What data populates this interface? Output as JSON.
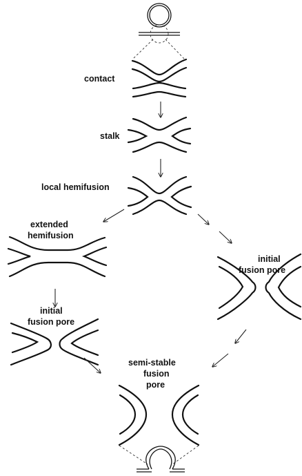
{
  "labels": {
    "contact": "contact",
    "stalk": "stalk",
    "local_hemifusion": "local hemifusion",
    "extended_hemifusion_line1": "extended",
    "extended_hemifusion_line2": "hemifusion",
    "initial_pore_left_line1": "initial",
    "initial_pore_left_line2": "fusion pore",
    "initial_pore_right_line1": "initial",
    "initial_pore_right_line2": "fusion pore",
    "semi_stable_line1": "semi-stable",
    "semi_stable_line2": "fusion",
    "semi_stable_line3": "pore"
  }
}
